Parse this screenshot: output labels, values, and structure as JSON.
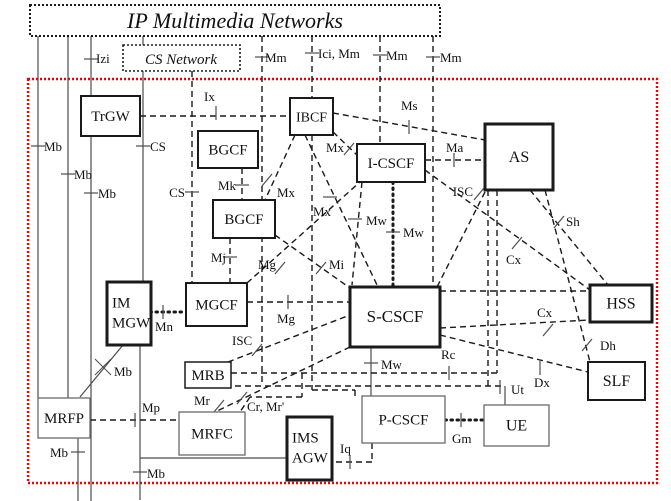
{
  "diagram": {
    "title": "IP Multimedia Networks",
    "cs_network": "CS Network",
    "nodes": [
      {
        "id": "trgw",
        "label": "TrGW"
      },
      {
        "id": "ibcf",
        "label": "IBCF"
      },
      {
        "id": "bgcf-top",
        "label": "BGCF"
      },
      {
        "id": "i-cscf",
        "label": "I-CSCF"
      },
      {
        "id": "as",
        "label": "AS"
      },
      {
        "id": "bgcf-bottom",
        "label": "BGCF"
      },
      {
        "id": "mgcf",
        "label": "MGCF"
      },
      {
        "id": "im-mgw",
        "lines": [
          "IM",
          "MGW"
        ]
      },
      {
        "id": "s-cscf",
        "label": "S-CSCF"
      },
      {
        "id": "hss",
        "label": "HSS"
      },
      {
        "id": "mrb",
        "label": "MRB"
      },
      {
        "id": "slf",
        "label": "SLF"
      },
      {
        "id": "mrfp",
        "label": "MRFP"
      },
      {
        "id": "mrfc",
        "label": "MRFC"
      },
      {
        "id": "ims-agw",
        "lines": [
          "IMS",
          "AGW"
        ]
      },
      {
        "id": "p-cscf",
        "label": "P-CSCF"
      },
      {
        "id": "ue",
        "label": "UE"
      }
    ],
    "interface_labels": [
      {
        "id": "izi",
        "text": "Izi"
      },
      {
        "id": "mm1",
        "text": "Mm"
      },
      {
        "id": "icimm",
        "text": "Ici, Mm"
      },
      {
        "id": "mm2",
        "text": "Mm"
      },
      {
        "id": "mm3",
        "text": "Mm"
      },
      {
        "id": "ix",
        "text": "Ix"
      },
      {
        "id": "cs1",
        "text": "CS"
      },
      {
        "id": "mb1",
        "text": "Mb"
      },
      {
        "id": "mb2",
        "text": "Mb"
      },
      {
        "id": "mb3",
        "text": "Mb"
      },
      {
        "id": "cs2",
        "text": "CS"
      },
      {
        "id": "mk",
        "text": "Mk"
      },
      {
        "id": "mx1",
        "text": "Mx"
      },
      {
        "id": "ms",
        "text": "Ms"
      },
      {
        "id": "ma",
        "text": "Ma"
      },
      {
        "id": "isc1",
        "text": "ISC"
      },
      {
        "id": "mx2",
        "text": "Mx"
      },
      {
        "id": "mx3",
        "text": "Mx"
      },
      {
        "id": "mw1",
        "text": "Mw"
      },
      {
        "id": "mw2",
        "text": "Mw"
      },
      {
        "id": "sh",
        "text": "Sh"
      },
      {
        "id": "mj",
        "text": "Mj"
      },
      {
        "id": "mg1",
        "text": "Mg"
      },
      {
        "id": "mi",
        "text": "Mi"
      },
      {
        "id": "cx1",
        "text": "Cx"
      },
      {
        "id": "mg2",
        "text": "Mg"
      },
      {
        "id": "mn",
        "text": "Mn"
      },
      {
        "id": "cx2",
        "text": "Cx"
      },
      {
        "id": "isc2",
        "text": "ISC"
      },
      {
        "id": "mb4",
        "text": "Mb"
      },
      {
        "id": "dh",
        "text": "Dh"
      },
      {
        "id": "rc",
        "text": "Rc"
      },
      {
        "id": "mw3",
        "text": "Mw"
      },
      {
        "id": "dx",
        "text": "Dx"
      },
      {
        "id": "ut",
        "text": "Ut"
      },
      {
        "id": "mr",
        "text": "Mr"
      },
      {
        "id": "crmr",
        "text": "Cr, Mr'"
      },
      {
        "id": "mp",
        "text": "Mp"
      },
      {
        "id": "mb5",
        "text": "Mb"
      },
      {
        "id": "iq",
        "text": "Iq"
      },
      {
        "id": "gm",
        "text": "Gm"
      },
      {
        "id": "mb6",
        "text": "Mb"
      }
    ],
    "colors": {
      "red_border": "#f10000",
      "line": "#1a1a1a",
      "gray_line": "#4d4d4d",
      "box_border": "#1a1a1a",
      "light_box_border": "#6b6b6b",
      "background": "#ffffff"
    }
  }
}
